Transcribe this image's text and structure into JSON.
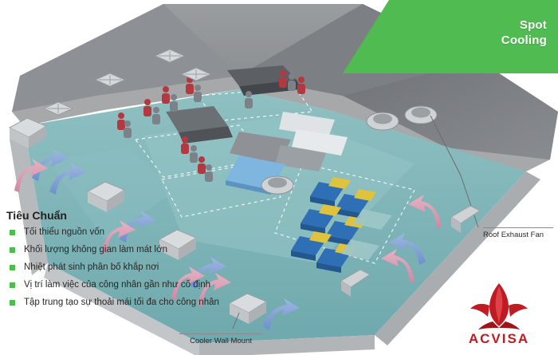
{
  "banner": {
    "title_line1": "Spot",
    "title_line2": "Cooling",
    "color": "#4fbb50"
  },
  "legend": {
    "title": "Tiêu Chuẩn",
    "bullet_color": "#4fbb50",
    "items": [
      "Tối thiểu nguồn vốn",
      "Khối lượng không gian làm mát lớn",
      "Nhiệt phát sinh phân bố khắp nơi",
      "Vị trí làm việc của công nhân gần như cố định",
      "Tập trung tạo sự thoải mái tối đa cho công nhân"
    ]
  },
  "callouts": {
    "roof_exhaust_fan": "Roof Exhaust Fan",
    "cooler_wall_mount": "Cooler Wall Mount"
  },
  "logo": {
    "name": "ACVISA",
    "mark": "bird-icon",
    "color": "#c01b22"
  },
  "diagram": {
    "type": "isometric-factory-floorplan",
    "description": "Isometric cutaway of a factory building showing spot cooling airflow",
    "colors": {
      "roof": "#8f9295",
      "roof_dark": "#6f7276",
      "floor": "#7fb5b8",
      "floor_light": "#9cc9cb",
      "wall": "#b9bcbf",
      "airflow_blue": "#7b9fd4",
      "airflow_pink": "#d99ab0",
      "machine_blue": "#2f6fb5",
      "machine_yellow": "#e0c33c",
      "worker_red": "#b4383f"
    },
    "elements": [
      {
        "name": "roof-exhaust-fan",
        "count": 7
      },
      {
        "name": "cooler-wall-mount",
        "count": 6
      },
      {
        "name": "ceiling-fan",
        "count": 4
      },
      {
        "name": "workstation",
        "count": 14
      },
      {
        "name": "worker",
        "count": 16
      },
      {
        "name": "airflow-arrow-supply",
        "count": 7
      },
      {
        "name": "airflow-arrow-exhaust",
        "count": 7
      }
    ]
  }
}
